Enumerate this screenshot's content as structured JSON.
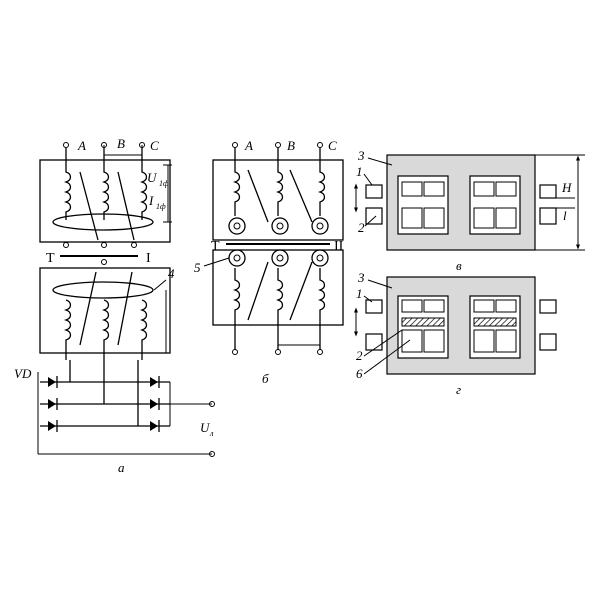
{
  "diagram": {
    "a": {
      "phases": [
        "A",
        "B",
        "C"
      ],
      "voltage_label": "U",
      "voltage_sub": "1ф",
      "current_label": "I",
      "current_sub": "1ф",
      "transformer_letter": "T",
      "window_label": "I",
      "callout_4": "4",
      "rectifier_label": "VD",
      "output_label": "U",
      "output_sub": "л",
      "caption": "а"
    },
    "b": {
      "phases": [
        "A",
        "B",
        "C"
      ],
      "transformer_letter": "T",
      "window_label": "II",
      "callout_5": "5",
      "caption": "б"
    },
    "v": {
      "callout_3": "3",
      "callout_1": "1",
      "callout_2": "2",
      "height_label": "H",
      "gap_label": "l",
      "caption": "в"
    },
    "g": {
      "callout_3": "3",
      "callout_1": "1",
      "callout_2": "2",
      "callout_6": "6",
      "caption": "г"
    }
  }
}
